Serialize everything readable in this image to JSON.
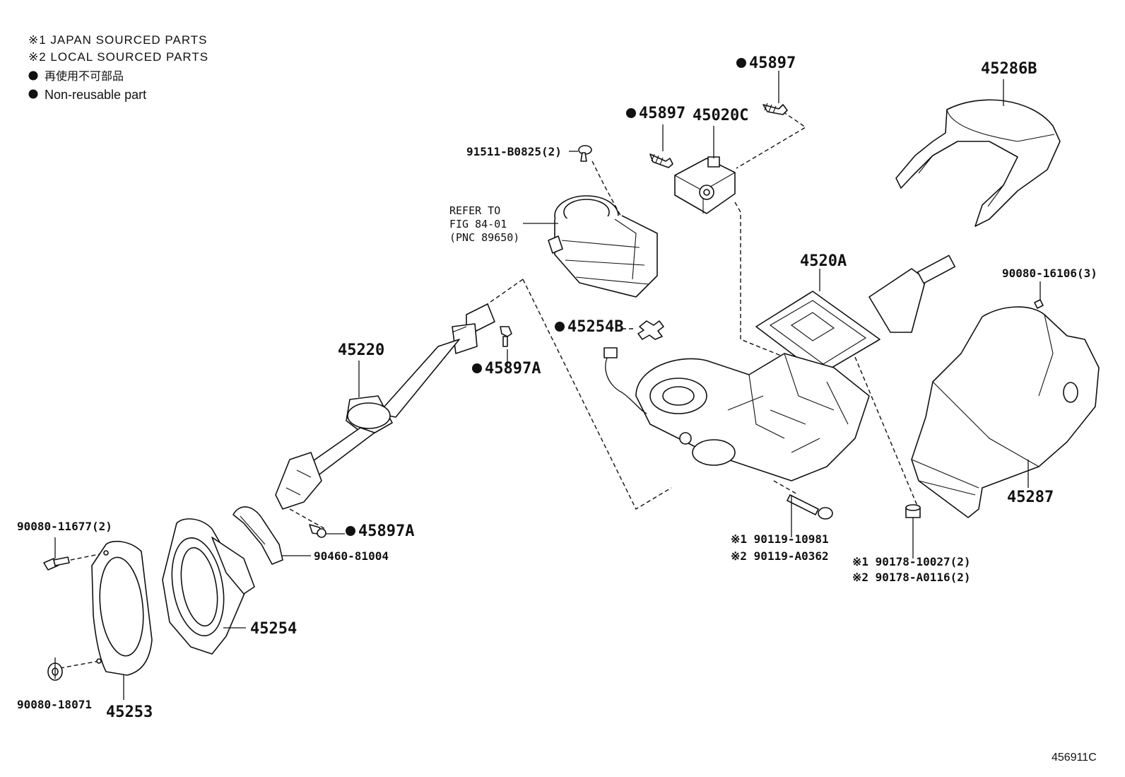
{
  "legend": {
    "japan_sourced": "※1 JAPAN SOURCED PARTS",
    "local_sourced": "※2 LOCAL SOURCED PARTS",
    "non_reusable_jp": "再使用不可部品",
    "non_reusable_en": "Non-reusable part"
  },
  "reference": {
    "line1": "REFER TO",
    "line2": "FIG 84-01",
    "line3": "(PNC 89650)"
  },
  "callouts": {
    "p45897_top": "45897",
    "p45897_left": "45897",
    "p45020C": "45020C",
    "p45286B": "45286B",
    "p91511": "91511-B0825(2)",
    "p4520A": "4520A",
    "p90080_16106": "90080-16106(3)",
    "p45254B": "45254B",
    "p45220": "45220",
    "p45897A_top": "45897A",
    "p45897A_bottom": "45897A",
    "p90080_11677": "90080-11677(2)",
    "p90460": "90460-81004",
    "p45254": "45254",
    "p90080_18071": "90080-18071",
    "p45253": "45253",
    "p90119_a": "※1 90119-10981",
    "p90119_b": "※2 90119-A0362",
    "p90178_a": "※1 90178-10027(2)",
    "p90178_b": "※2 90178-A0116(2)",
    "p45287": "45287"
  },
  "figure_id": "456911C"
}
